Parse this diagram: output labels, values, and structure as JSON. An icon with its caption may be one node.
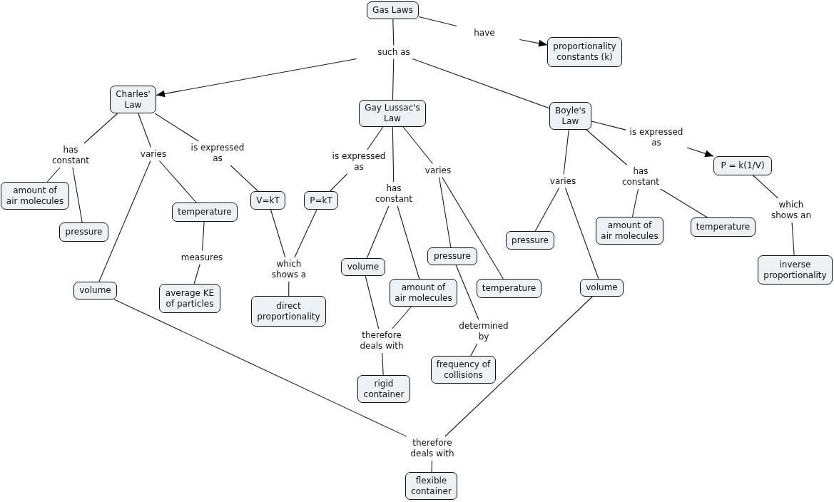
{
  "diagram": {
    "nodes": [
      {
        "text": [
          "Gas Laws"
        ]
      },
      {
        "text": [
          "have"
        ]
      },
      {
        "text": [
          "proportionality constants (k)"
        ]
      },
      {
        "text": [
          "such as"
        ]
      },
      {
        "text": [
          "Charles' Law"
        ]
      },
      {
        "text": [
          "Gay Lussac's Law"
        ]
      },
      {
        "text": [
          "Boyle's Law"
        ]
      },
      {
        "text": [
          "has constant"
        ]
      },
      {
        "text": [
          "varies"
        ]
      },
      {
        "text": [
          "is expressed as"
        ]
      },
      {
        "text": [
          "is expressed as"
        ]
      },
      {
        "text": [
          "has constant"
        ]
      },
      {
        "text": [
          "varies"
        ]
      },
      {
        "text": [
          "varies"
        ]
      },
      {
        "text": [
          "has constant"
        ]
      },
      {
        "text": [
          "is expressed as"
        ]
      },
      {
        "text": [
          "amount of air molecules"
        ]
      },
      {
        "text": [
          "temperature"
        ]
      },
      {
        "text": [
          "V=kT"
        ]
      },
      {
        "text": [
          "P=kT"
        ]
      },
      {
        "text": [
          "P = k(1/V)"
        ]
      },
      {
        "text": [
          "which shows an"
        ]
      },
      {
        "text": [
          "pressure"
        ]
      },
      {
        "text": [
          "pressure"
        ]
      },
      {
        "text": [
          "amount of air molecules"
        ]
      },
      {
        "text": [
          "temperature"
        ]
      },
      {
        "text": [
          "measures"
        ]
      },
      {
        "text": [
          "which shows a"
        ]
      },
      {
        "text": [
          "volume"
        ]
      },
      {
        "text": [
          "pressure"
        ]
      },
      {
        "text": [
          "inverse proportionality"
        ]
      },
      {
        "text": [
          "volume"
        ]
      },
      {
        "text": [
          "average KE of particles"
        ]
      },
      {
        "text": [
          "direct proportionality"
        ]
      },
      {
        "text": [
          "amount of air molecules"
        ]
      },
      {
        "text": [
          "temperature"
        ]
      },
      {
        "text": [
          "volume"
        ]
      },
      {
        "text": [
          "therefore deals with"
        ]
      },
      {
        "text": [
          "determined by"
        ]
      },
      {
        "text": [
          "frequency of collisions"
        ]
      },
      {
        "text": [
          "rigid container"
        ]
      },
      {
        "text": [
          "therefore deals with"
        ]
      },
      {
        "text": [
          "flexible container"
        ]
      }
    ],
    "edges": [
      {
        "from": 0,
        "to": 1,
        "arrow": "none"
      },
      {
        "from": 1,
        "to": 2,
        "arrow": "to"
      },
      {
        "from": 0,
        "to": 3,
        "arrow": "none"
      },
      {
        "from": 3,
        "to": 4,
        "arrow": "to"
      },
      {
        "from": 3,
        "to": 5,
        "arrow": "none"
      },
      {
        "from": 3,
        "to": 6,
        "arrow": "none"
      },
      {
        "from": 4,
        "to": 7,
        "arrow": "none"
      },
      {
        "from": 7,
        "to": 16,
        "arrow": "none"
      },
      {
        "from": 7,
        "to": 22,
        "arrow": "none"
      },
      {
        "from": 4,
        "to": 8,
        "arrow": "none"
      },
      {
        "from": 8,
        "to": 17,
        "arrow": "none"
      },
      {
        "from": 8,
        "to": 31,
        "arrow": "none"
      },
      {
        "from": 4,
        "to": 9,
        "arrow": "none"
      },
      {
        "from": 9,
        "to": 18,
        "arrow": "none"
      },
      {
        "from": 17,
        "to": 26,
        "arrow": "none"
      },
      {
        "from": 26,
        "to": 32,
        "arrow": "none"
      },
      {
        "from": 18,
        "to": 27,
        "arrow": "none"
      },
      {
        "from": 19,
        "to": 27,
        "arrow": "none"
      },
      {
        "from": 27,
        "to": 33,
        "arrow": "none"
      },
      {
        "from": 5,
        "to": 10,
        "arrow": "none"
      },
      {
        "from": 10,
        "to": 19,
        "arrow": "none"
      },
      {
        "from": 5,
        "to": 11,
        "arrow": "none"
      },
      {
        "from": 11,
        "to": 28,
        "arrow": "none"
      },
      {
        "from": 11,
        "to": 34,
        "arrow": "none"
      },
      {
        "from": 5,
        "to": 12,
        "arrow": "none"
      },
      {
        "from": 12,
        "to": 29,
        "arrow": "none"
      },
      {
        "from": 12,
        "to": 35,
        "arrow": "none"
      },
      {
        "from": 28,
        "to": 37,
        "arrow": "none"
      },
      {
        "from": 34,
        "to": 37,
        "arrow": "none"
      },
      {
        "from": 37,
        "to": 40,
        "arrow": "none"
      },
      {
        "from": 29,
        "to": 38,
        "arrow": "none"
      },
      {
        "from": 38,
        "to": 39,
        "arrow": "none"
      },
      {
        "from": 6,
        "to": 13,
        "arrow": "none"
      },
      {
        "from": 13,
        "to": 23,
        "arrow": "none"
      },
      {
        "from": 13,
        "to": 36,
        "arrow": "none"
      },
      {
        "from": 6,
        "to": 14,
        "arrow": "none"
      },
      {
        "from": 14,
        "to": 24,
        "arrow": "none"
      },
      {
        "from": 14,
        "to": 25,
        "arrow": "none"
      },
      {
        "from": 6,
        "to": 15,
        "arrow": "none"
      },
      {
        "from": 15,
        "to": 20,
        "arrow": "to"
      },
      {
        "from": 20,
        "to": 21,
        "arrow": "none"
      },
      {
        "from": 21,
        "to": 30,
        "arrow": "none"
      },
      {
        "from": 31,
        "to": 41,
        "arrow": "none"
      },
      {
        "from": 36,
        "to": 41,
        "arrow": "none"
      },
      {
        "from": 41,
        "to": 42,
        "arrow": "none"
      }
    ]
  }
}
